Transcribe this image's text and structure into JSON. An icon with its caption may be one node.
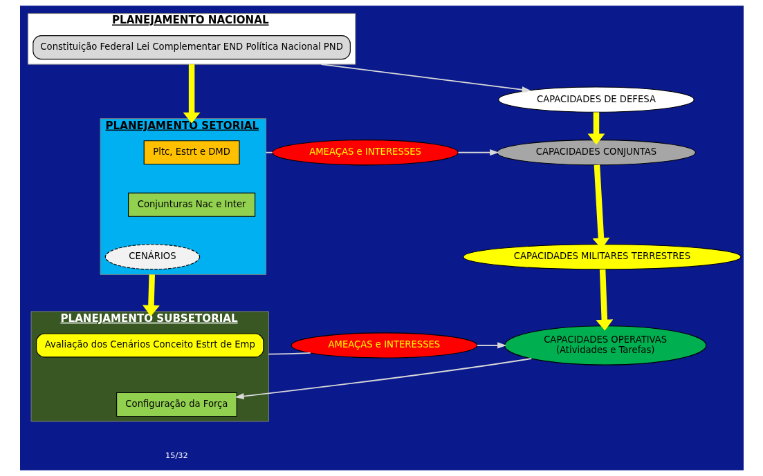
{
  "diagram": {
    "nodes": [
      {
        "text": [
          "PLANEJAMENTO NACIONAL"
        ]
      },
      {
        "text": [
          "Constituição Federal Lei Complementar END Política Nacional PND"
        ],
        "in": 0
      },
      {
        "text": [
          "CAPACIDADES DE DEFESA"
        ]
      },
      {
        "text": [
          "PLANEJAMENTO SETORIAL"
        ]
      },
      {
        "text": [
          "Pltc, Estrt e DMD"
        ],
        "in": 3
      },
      {
        "text": [
          "Conjunturas Nac e Inter"
        ],
        "in": 3
      },
      {
        "text": [
          "CENÁRIOS"
        ],
        "in": 3
      },
      {
        "text": [
          "AMEAÇAS e INTERESSES"
        ]
      },
      {
        "text": [
          "CAPACIDADES CONJUNTAS"
        ]
      },
      {
        "text": [
          "CAPACIDADES MILITARES TERRESTRES"
        ]
      },
      {
        "text": [
          "PLANEJAMENTO SUBSETORIAL"
        ]
      },
      {
        "text": [
          "Avaliação dos Cenários Conceito Estrt de Emp"
        ],
        "in": 10
      },
      {
        "text": [
          "Configuração da Força"
        ],
        "in": 10
      },
      {
        "text": [
          "AMEAÇAS e INTERESSES"
        ]
      },
      {
        "text": [
          "CAPACIDADES OPERATIVAS",
          "(Atividades e Tarefas)"
        ]
      }
    ],
    "edges": [
      {
        "from": 0,
        "to": 2,
        "arrow": "to"
      },
      {
        "from": 0,
        "to": 3,
        "arrow": "to",
        "style": "thick",
        "color": "#ffff00"
      },
      {
        "from": 2,
        "to": 8,
        "arrow": "to",
        "style": "thick",
        "color": "#ffff00"
      },
      {
        "from": 3,
        "to": 7,
        "arrow": "none"
      },
      {
        "from": 7,
        "to": 8,
        "arrow": "to"
      },
      {
        "from": 8,
        "to": 9,
        "arrow": "to",
        "style": "thick",
        "color": "#ffff00"
      },
      {
        "from": 9,
        "to": 14,
        "arrow": "to",
        "style": "thick",
        "color": "#ffff00"
      },
      {
        "from": 3,
        "to": 10,
        "arrow": "to",
        "style": "thick",
        "color": "#ffff00"
      },
      {
        "from": 10,
        "to": 13,
        "arrow": "none"
      },
      {
        "from": 13,
        "to": 14,
        "arrow": "to"
      },
      {
        "from": 14,
        "to": 12,
        "arrow": "to"
      }
    ],
    "labels": [
      "15/32"
    ]
  }
}
